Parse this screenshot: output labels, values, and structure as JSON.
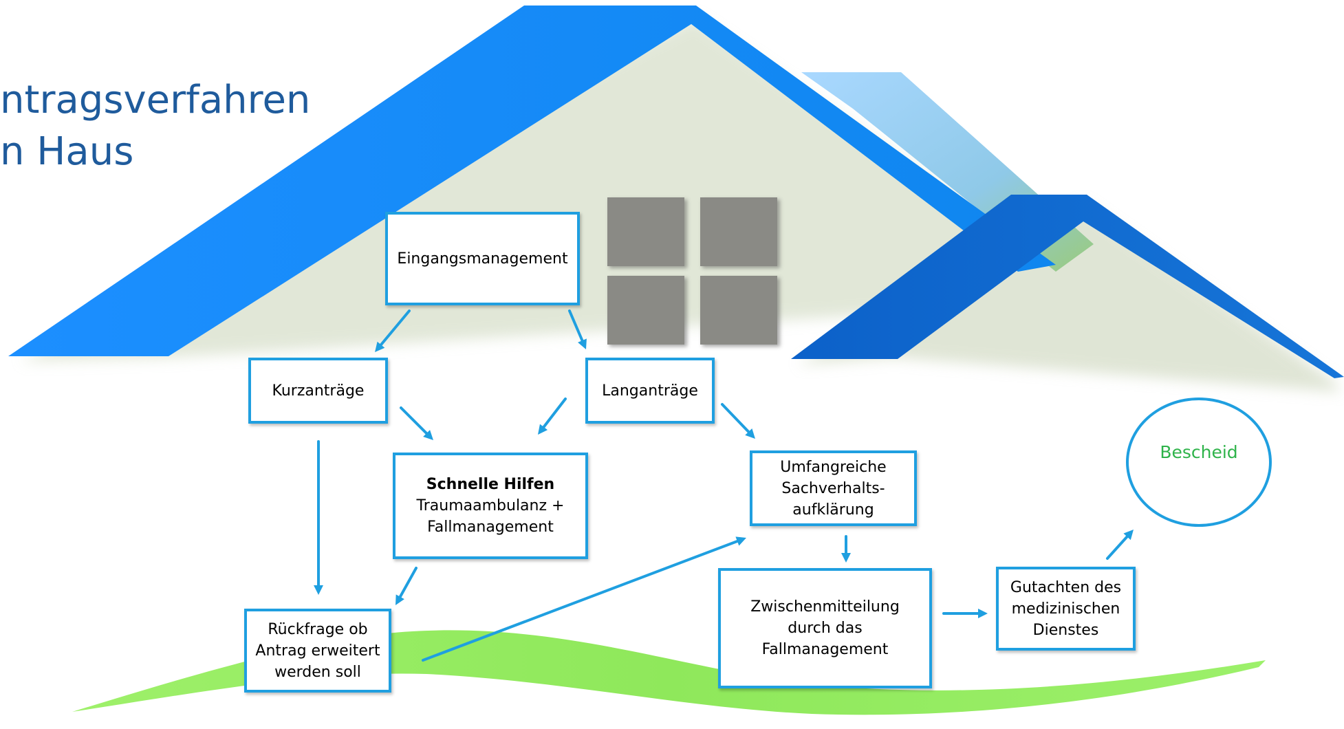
{
  "title": {
    "line1": "ntragsverfahren",
    "line2": "n Haus"
  },
  "colors": {
    "roof_main": "#1e90ff",
    "roof_secondary": "#1565c0",
    "window": "#8a8a85",
    "grass": "#8ee85a",
    "box_border": "#1f9fe0",
    "arrow": "#1f9fe0",
    "title_text": "#1f5b9c",
    "bescheid_text": "#2eb34a"
  },
  "nodes": {
    "eingang": {
      "line1": "Eingangsmanagement"
    },
    "kurz": {
      "line1": "Kurzanträge"
    },
    "lang": {
      "line1": "Langanträge"
    },
    "schnell": {
      "heading": "Schnelle Hilfen",
      "line1": "Traumaambulanz +",
      "line2": "Fallmanagement"
    },
    "umfang": {
      "line1": "Umfangreiche",
      "line2": "Sachverhalts-",
      "line3": "aufklärung"
    },
    "rueck": {
      "line1": "Rückfrage ob",
      "line2": "Antrag erweitert",
      "line3": "werden soll"
    },
    "zwischen": {
      "line1": "Zwischenmitteilung",
      "line2": "durch das",
      "line3": "Fallmanagement"
    },
    "gutacht": {
      "line1": "Gutachten des",
      "line2": "medizinischen",
      "line3": "Dienstes"
    },
    "bescheid": {
      "line1": "Bescheid"
    }
  },
  "connections": [
    {
      "from": "eingang",
      "to": "kurz"
    },
    {
      "from": "eingang",
      "to": "lang"
    },
    {
      "from": "kurz",
      "to": "schnell"
    },
    {
      "from": "lang",
      "to": "schnell"
    },
    {
      "from": "lang",
      "to": "umfang"
    },
    {
      "from": "kurz",
      "to": "rueck"
    },
    {
      "from": "schnell",
      "to": "rueck"
    },
    {
      "from": "rueck",
      "to": "umfang"
    },
    {
      "from": "umfang",
      "to": "zwischen"
    },
    {
      "from": "zwischen",
      "to": "gutacht"
    },
    {
      "from": "gutacht",
      "to": "bescheid"
    }
  ]
}
